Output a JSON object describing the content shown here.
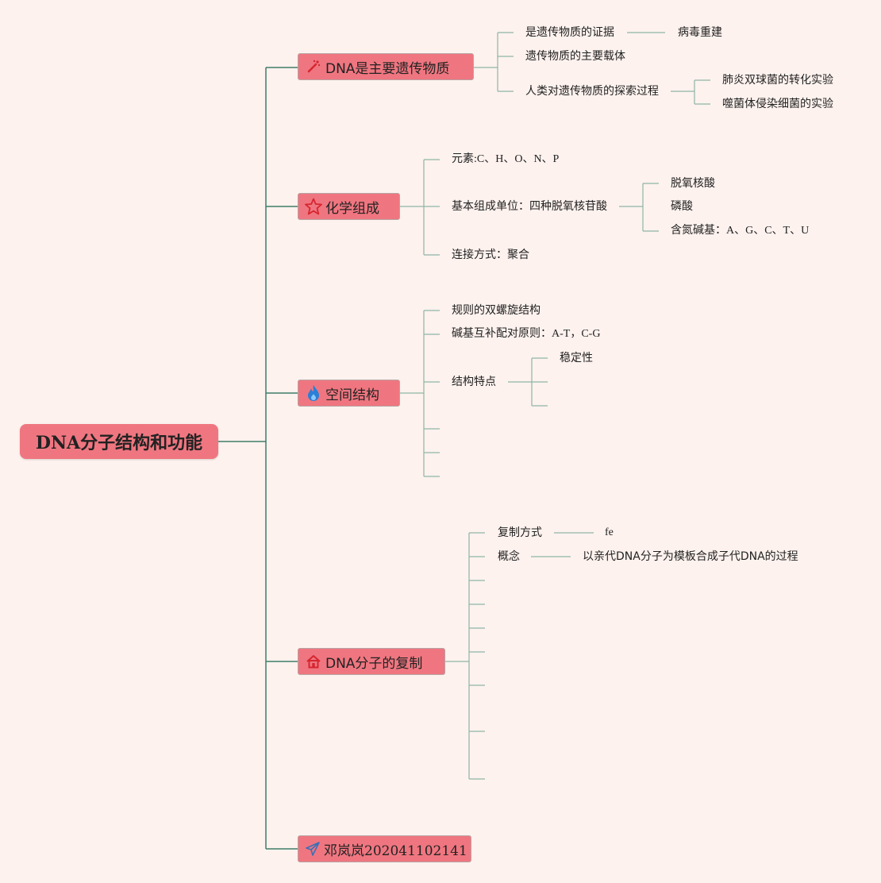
{
  "root": {
    "label": "DNA分子结构和功能"
  },
  "topics": {
    "t1": {
      "label": "DNA是主要遗传物质",
      "icon": "magic-wand-icon"
    },
    "t2": {
      "label": "化学组成",
      "icon": "star-icon"
    },
    "t3": {
      "label": "空间结构",
      "icon": "flame-icon"
    },
    "t4": {
      "label": "DNA分子的复制",
      "icon": "home-icon"
    },
    "t5": {
      "label": "邓岚岚202041102141",
      "icon": "paper-plane-icon"
    }
  },
  "t1_children": {
    "evidence": "是遗传物质的证据",
    "evidence_child": "病毒重建",
    "carrier": "遗传物质的主要载体",
    "exploration": "人类对遗传物质的探索过程",
    "exp1": "肺炎双球菌的转化实验",
    "exp2": "噬菌体侵染细菌的实验"
  },
  "t2_children": {
    "elements": "元素:C、H、O、N、P",
    "unit": "基本组成单位：四种脱氧核苷酸",
    "unit_c1": "脱氧核酸",
    "unit_c2": "磷酸",
    "unit_c3": "含氮碱基：A、G、C、T、U",
    "link": "连接方式：聚合"
  },
  "t3_children": {
    "helix": "规则的双螺旋结构",
    "pairing": "碱基互补配对原则：A-T，C-G",
    "features": "结构特点",
    "feature_c1": "稳定性"
  },
  "t4_children": {
    "method": "复制方式",
    "method_c1": "fe",
    "concept": "概念",
    "concept_c1": "以亲代DNA分子为模板合成子代DNA的过程"
  },
  "colors": {
    "node_fill": "#ef7680",
    "line": "#3f7d6a",
    "background": "#fdf2ee"
  }
}
